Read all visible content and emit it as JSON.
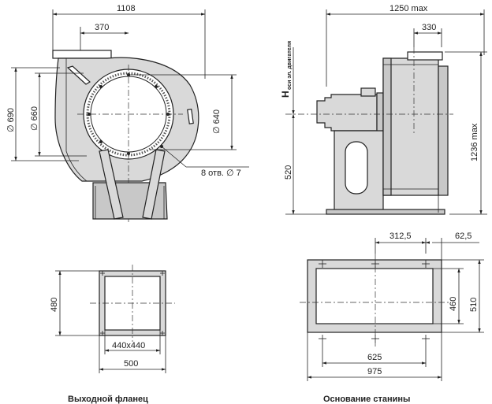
{
  "front_view": {
    "overall_width": "1108",
    "offset": "370",
    "dia_690": "∅ 690",
    "dia_660": "∅ 660",
    "dia_640": "∅ 640",
    "holes_note": "8 отв. ∅ 7"
  },
  "side_view": {
    "width_max": "1250 max",
    "offset": "330",
    "height_max": "1236 max",
    "base_height": "520",
    "axis_symbol": "H",
    "axis_subscript": "оси эл. двигателя"
  },
  "outlet_flange": {
    "caption": "Выходной фланец",
    "height": "480",
    "inner_size": "440x440",
    "outer_width": "500"
  },
  "frame_base": {
    "caption": "Основание станины",
    "dim_top": "312,5",
    "dim_top_right": "62,5",
    "inner_height": "460",
    "outer_height": "510",
    "inner_width": "625",
    "outer_width": "975"
  }
}
